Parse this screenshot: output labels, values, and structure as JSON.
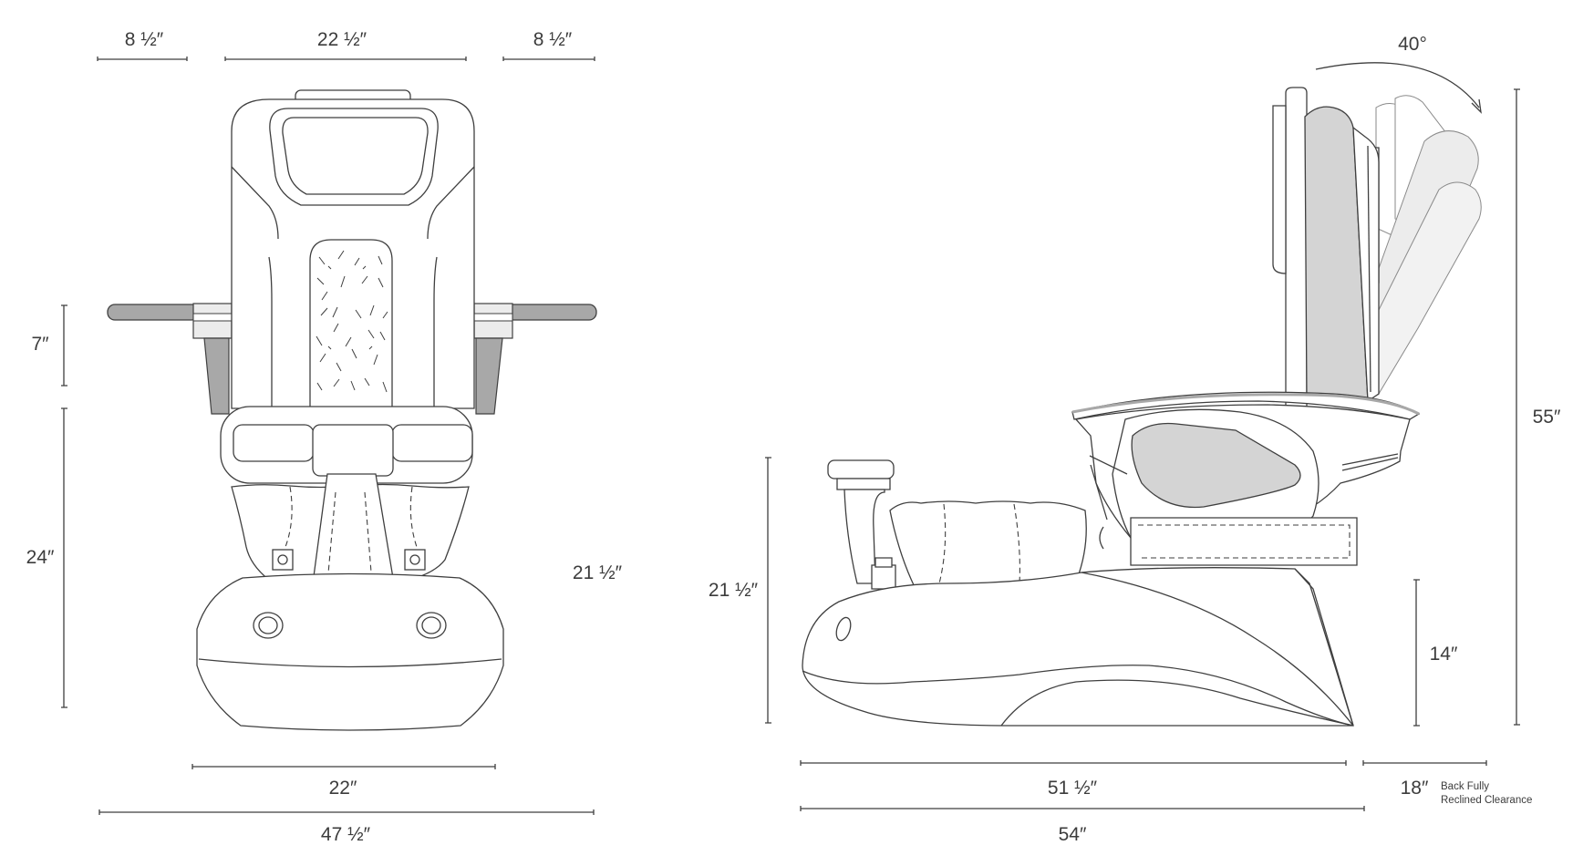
{
  "front_view": {
    "dims": {
      "left_arm_width": "8 ½″",
      "back_width": "22 ½″",
      "right_arm_width": "8 ½″",
      "arm_height": "7″",
      "seat_height": "24″",
      "basin_height": "21 ½″",
      "base_width": "22″",
      "overall_width": "47 ½″"
    }
  },
  "side_view": {
    "dims": {
      "recline_angle": "40°",
      "overall_height": "55″",
      "basin_height": "21 ½″",
      "seat_base_height": "14″",
      "body_length": "51 ½″",
      "overall_length": "54″",
      "clearance": "18″",
      "clearance_note_line1": "Back Fully",
      "clearance_note_line2": "Reclined Clearance"
    }
  },
  "colors": {
    "line": "#3f3f3f",
    "text": "#3c3c3c",
    "gray_fill": "#a8a8a8",
    "light_gray_fill": "#d4d4d4",
    "pale_fill": "#ececec"
  }
}
